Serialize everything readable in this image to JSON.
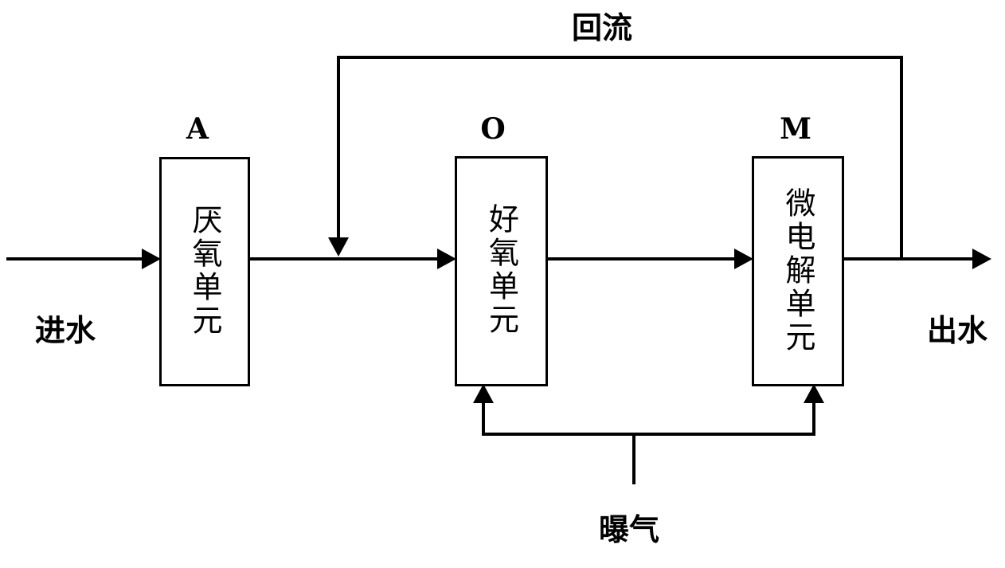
{
  "labels": {
    "inlet": "进水",
    "outlet": "出水",
    "reflux": "回流",
    "aeration": "曝气"
  },
  "units": [
    {
      "letter": "A",
      "name": "厌氧单元"
    },
    {
      "letter": "O",
      "name": "好氧单元"
    },
    {
      "letter": "M",
      "name": "微电解单元"
    }
  ]
}
